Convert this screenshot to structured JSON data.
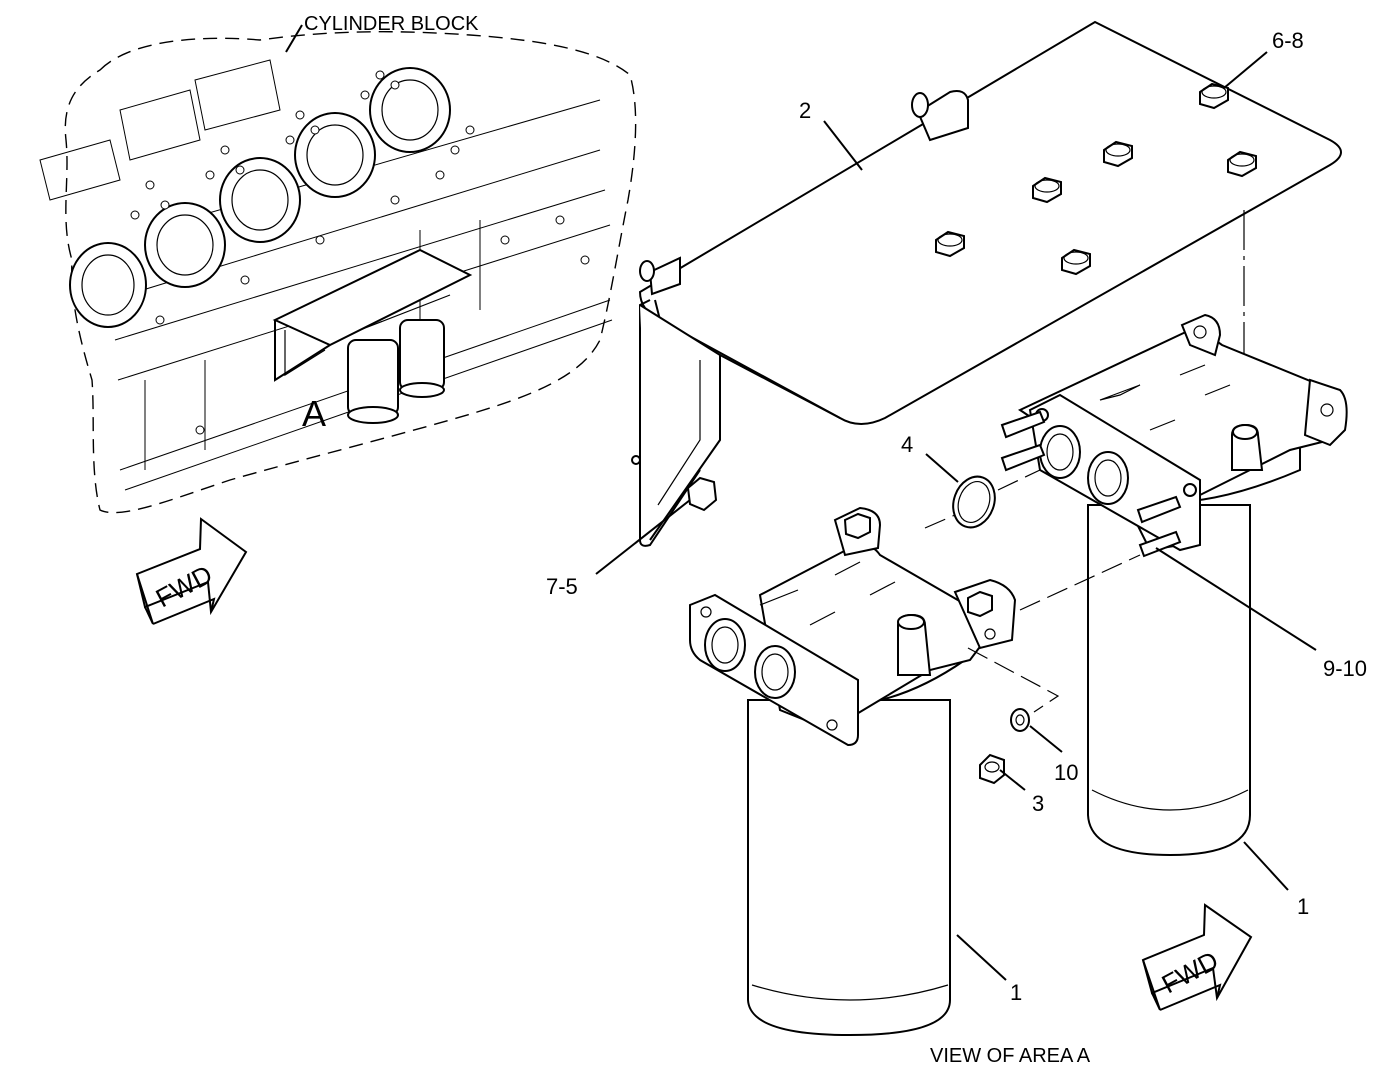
{
  "labels": {
    "cylinder_block": "CYLINDER BLOCK",
    "area_marker": "A",
    "fwd_top": "FWD",
    "fwd_bottom": "FWD",
    "view_caption": "VIEW OF AREA A"
  },
  "callouts": {
    "c_6_8": "6-8",
    "c_2": "2",
    "c_4": "4",
    "c_7_5": "7-5",
    "c_9_10": "9-10",
    "c_10": "10",
    "c_3": "3",
    "c_1_right": "1",
    "c_1_left": "1"
  }
}
